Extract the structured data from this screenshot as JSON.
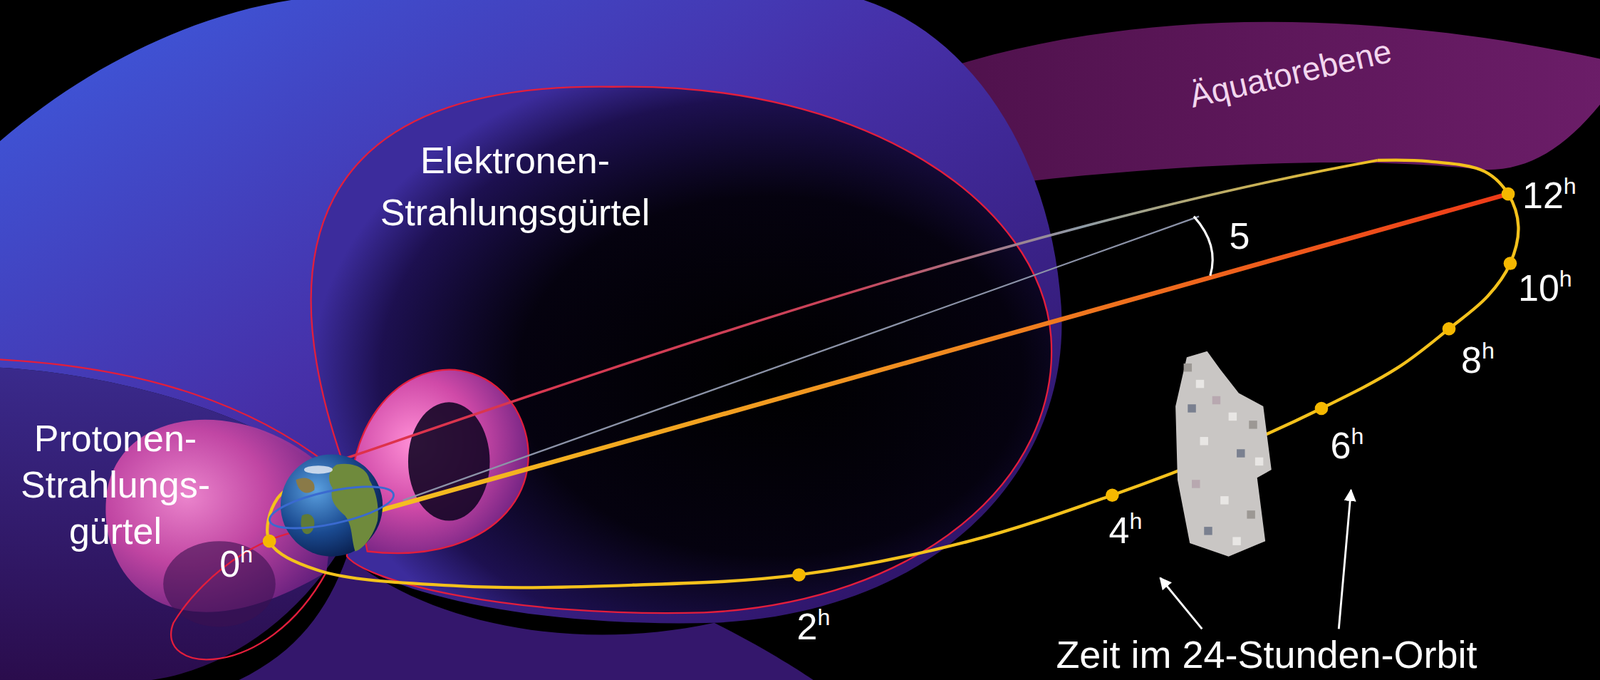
{
  "diagram": {
    "labels": [
      "Äquatorebene",
      "Elektronen- Strahlungsgürtel",
      "12h",
      "5",
      "10h",
      "8h",
      "Protonen- Strahlungs- gürtel",
      "6h",
      "0h",
      "4h",
      "2h",
      "Zeit im 24-Stunden-Orbit"
    ]
  }
}
